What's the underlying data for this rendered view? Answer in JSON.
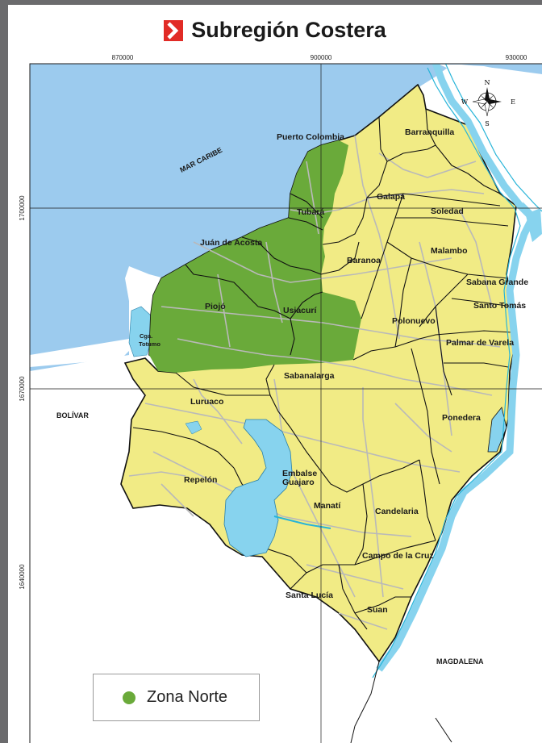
{
  "title": "Subregión Costera",
  "colors": {
    "sea": "#9ccbee",
    "land": "#f1eb85",
    "zone_norte": "#6aaa3a",
    "water": "#87d3ee",
    "river": "#27b4d8",
    "logo": "#e12b26"
  },
  "coords": {
    "x": [
      "870000",
      "900000",
      "930000"
    ],
    "y": [
      "1700000",
      "1670000",
      "1640000"
    ]
  },
  "map": {
    "sea_label": "MAR CARIBE",
    "neighbors": [
      "BOLÍVAR",
      "MAGDALENA"
    ],
    "compass": {
      "n": "N",
      "s": "S",
      "e": "E",
      "w": "W"
    },
    "municipalities": {
      "puerto_colombia": "Puerto Colombia",
      "barranquilla": "Barranquilla",
      "galapa": "Galapa",
      "tubara": "Tubará",
      "soledad": "Soledad",
      "juan_de_acosta": "Juán de Acosta",
      "baranoa": "Baranoa",
      "malambo": "Malambo",
      "sabana_grande": "Sabana Grande",
      "piojo": "Piojó",
      "usiacuri": "Usiacurí",
      "santo_tomas": "Santo Tomás",
      "polonuevo": "Polonuevo",
      "palmar_de_varela": "Palmar de Varela",
      "sabanalarga": "Sabanalarga",
      "luruaco": "Luruaco",
      "ponedera": "Ponedera",
      "embalse_1": "Embalse",
      "embalse_2": "Guajaro",
      "repelon": "Repelón",
      "manati": "Manatí",
      "candelaria": "Candelaria",
      "campo_de_la_cruz": "Campo de la Cruz",
      "santa_lucia": "Santa Lucía",
      "suan": "Suan"
    },
    "cga_totumo_1": "Cga.",
    "cga_totumo_2": "Totumo"
  },
  "legend": {
    "label": "Zona Norte"
  }
}
